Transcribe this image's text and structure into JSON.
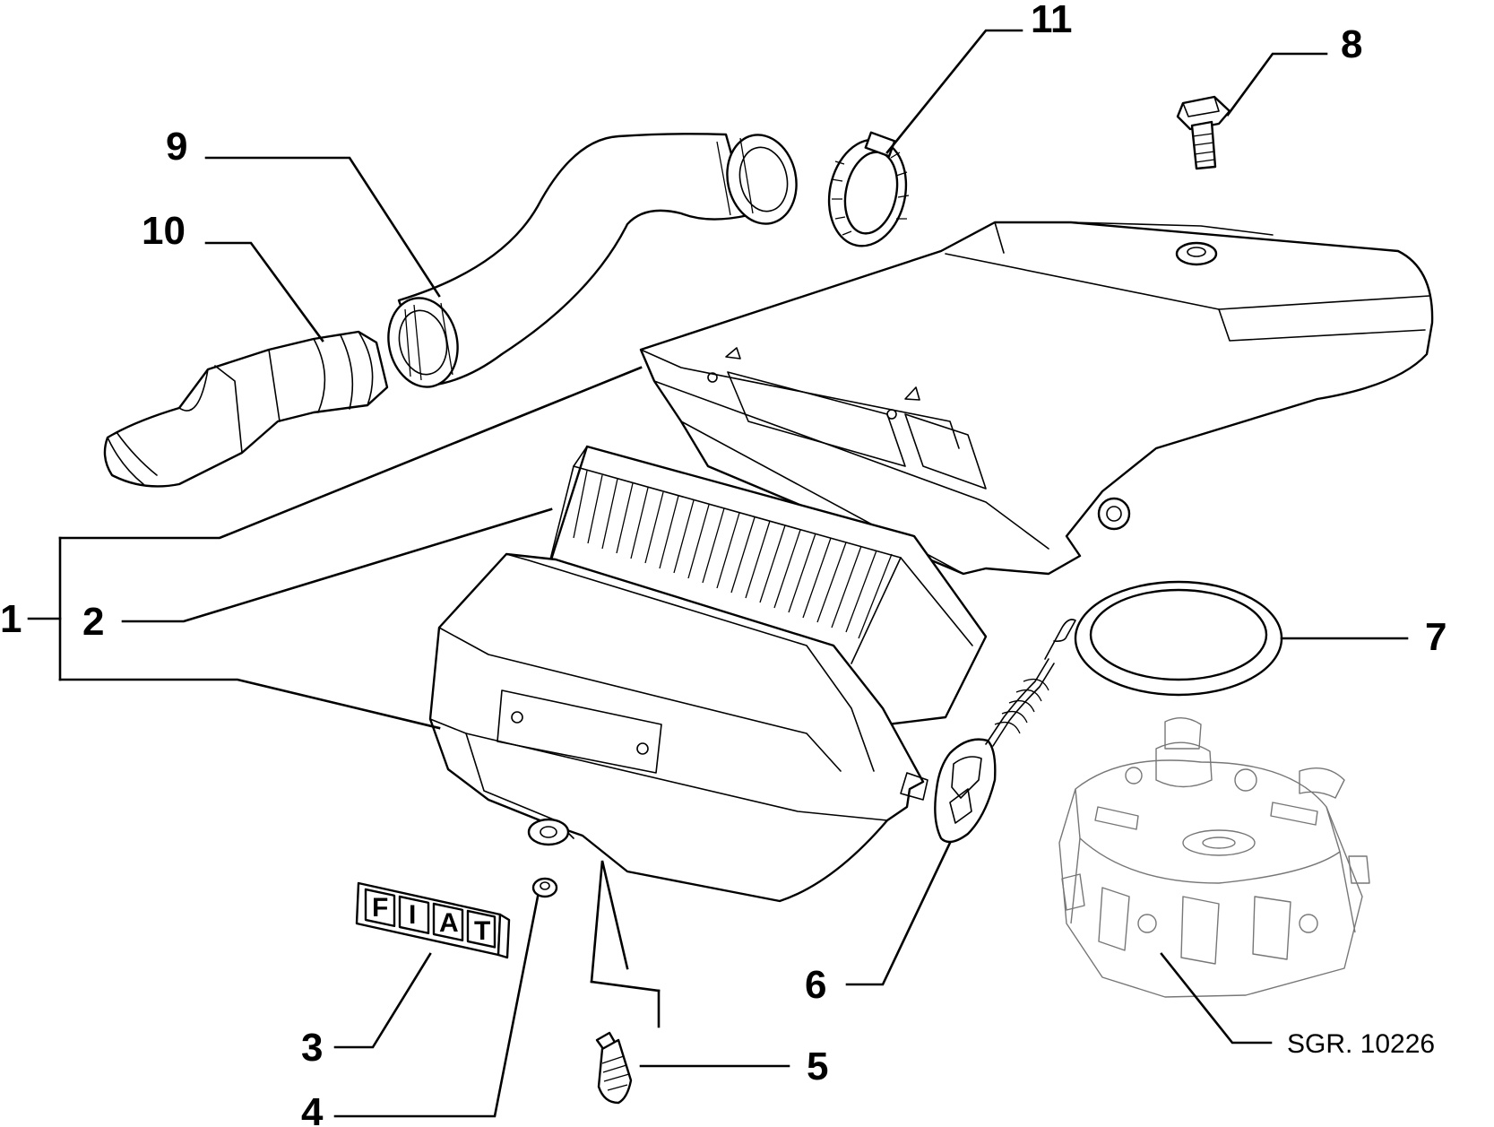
{
  "callouts": {
    "n1": "1",
    "n2": "2",
    "n3": "3",
    "n4": "4",
    "n5": "5",
    "n6": "6",
    "n7": "7",
    "n8": "8",
    "n9": "9",
    "n10": "10",
    "n11": "11"
  },
  "reference_code": "SGR. 10226",
  "badge": {
    "letters": [
      "F",
      "I",
      "A",
      "T"
    ]
  }
}
